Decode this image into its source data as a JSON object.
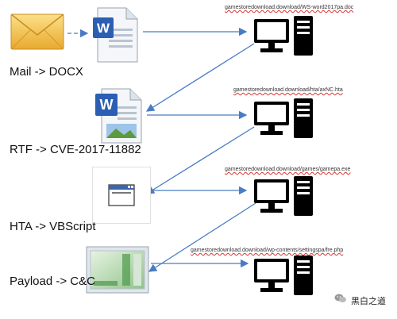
{
  "stages": [
    {
      "label": "Mail -> DOCX",
      "icon": "envelope-icon",
      "doc_icon": "word-docx-file-icon"
    },
    {
      "label": "RTF -> CVE-2017-11882",
      "icon": "word-rtf-file-icon"
    },
    {
      "label": "HTA -> VBScript",
      "icon": "window-hta-icon"
    },
    {
      "label": "Payload -> C&C",
      "icon": "payload-executable-icon"
    }
  ],
  "servers": [
    {
      "url": "gamestoredownload.download/WS-word2017pa.doc",
      "icon": "computer-icon"
    },
    {
      "url": "gamestoredownload.download/hta/axNC.hta",
      "icon": "computer-icon"
    },
    {
      "url": "gamestoredownload.download/games/gamepa.exe",
      "icon": "computer-icon"
    },
    {
      "url": "gamestoredownload.download/wp-contents/settingspa/fre.php",
      "icon": "computer-icon"
    }
  ],
  "watermark": {
    "text": "黑白之道",
    "icon": "wechat-logo-icon"
  },
  "colors": {
    "arrow": "#4a7cc4",
    "computer": "#000000",
    "envelope": "#f2c04e"
  }
}
